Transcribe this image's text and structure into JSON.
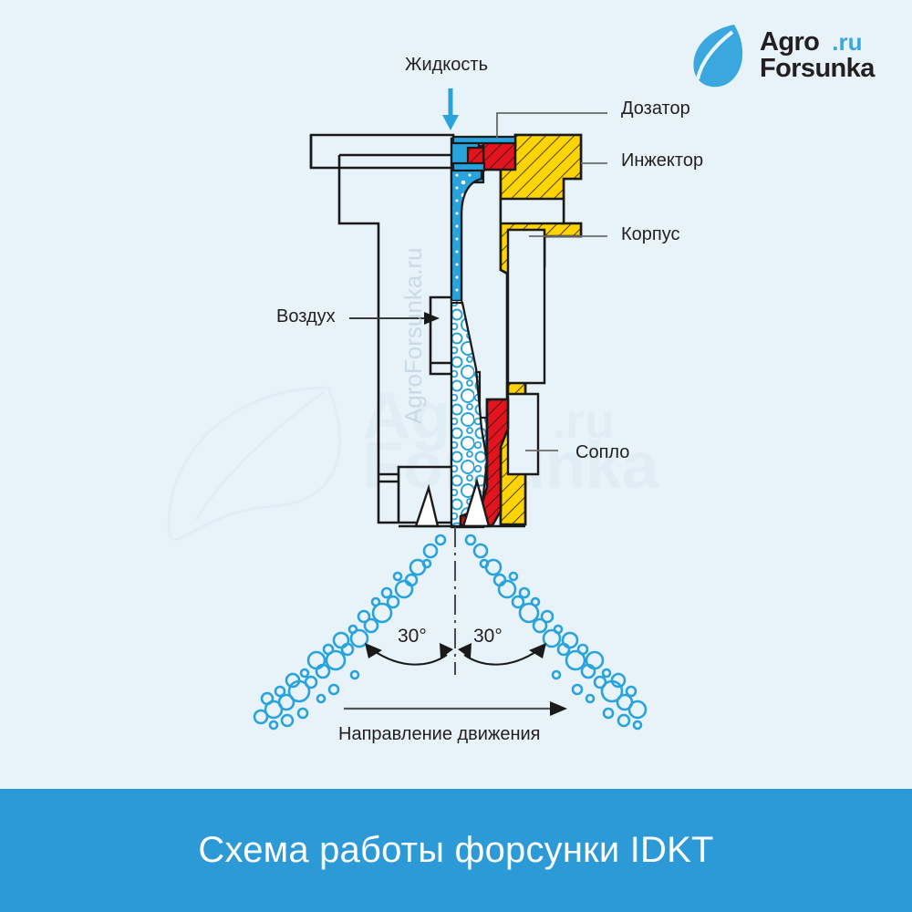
{
  "page": {
    "background_color": "#e8f2f9",
    "banner_color": "#2c9ad6",
    "accent_blue": "#29a3dc",
    "part_yellow": "#ffd400",
    "part_red": "#e4141e",
    "line_color": "#1a1a1a"
  },
  "logo": {
    "name": "agroforsunka-logo",
    "line1": "Agro",
    "line2": "Forsunka",
    "domain": ".ru",
    "leaf_color": "#3aa7de"
  },
  "banner": {
    "title": "Схема работы форсунки IDKT"
  },
  "watermark": {
    "vertical_text": "AgroForsunka.ru",
    "background_text_line1": "Agro.ru",
    "background_text_line2": "Forsunka"
  },
  "labels": {
    "liquid": "Жидкость",
    "air": "Воздух",
    "doser": "Дозатор",
    "injector": "Инжектор",
    "body": "Корпус",
    "nozzle": "Сопло",
    "direction": "Направление движения",
    "angle_left": "30°",
    "angle_right": "30°"
  },
  "diagram": {
    "type": "cross-section-schematic",
    "subject": "IDKT air-induction spray nozzle",
    "spray_half_angle_deg": 30,
    "spray_total_angle_deg": 60,
    "components": [
      {
        "key": "doser",
        "label": "Дозатор",
        "color": "#e4141e"
      },
      {
        "key": "injector",
        "label": "Инжектор",
        "color": "#ffd400"
      },
      {
        "key": "body",
        "label": "Корпус",
        "color": "#ffd400"
      },
      {
        "key": "nozzle",
        "label": "Сопло",
        "color": "#e4141e"
      },
      {
        "key": "liquid",
        "label": "Жидкость",
        "color": "#29a3dc"
      },
      {
        "key": "air",
        "label": "Воздух",
        "color": "#1a1a1a"
      }
    ]
  }
}
